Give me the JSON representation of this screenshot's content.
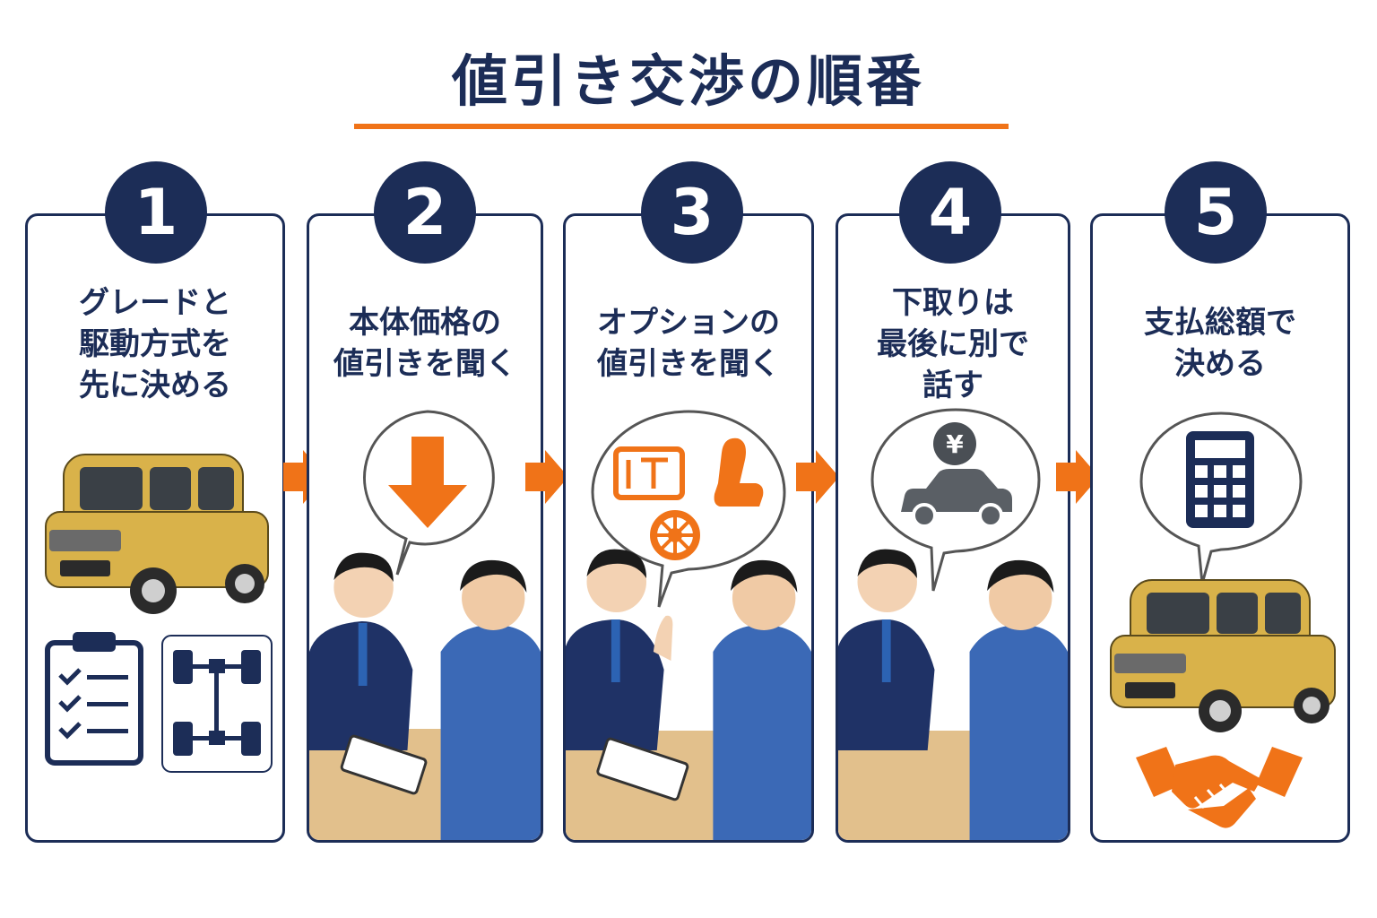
{
  "title": "値引き交渉の順番",
  "steps": [
    {
      "number": "1",
      "label": "グレードと\n駆動方式を\n先に決める"
    },
    {
      "number": "2",
      "label": "本体価格の\n値引きを聞く"
    },
    {
      "number": "3",
      "label": "オプションの\n値引きを聞く"
    },
    {
      "number": "4",
      "label": "下取りは\n最後に別で\n話す"
    },
    {
      "number": "5",
      "label": "支払総額で\n決める"
    }
  ],
  "icons": {
    "yen_symbol": "¥"
  },
  "colors": {
    "navy": "#1c2d57",
    "orange": "#f07318",
    "car_gold": "#d9b24a"
  }
}
